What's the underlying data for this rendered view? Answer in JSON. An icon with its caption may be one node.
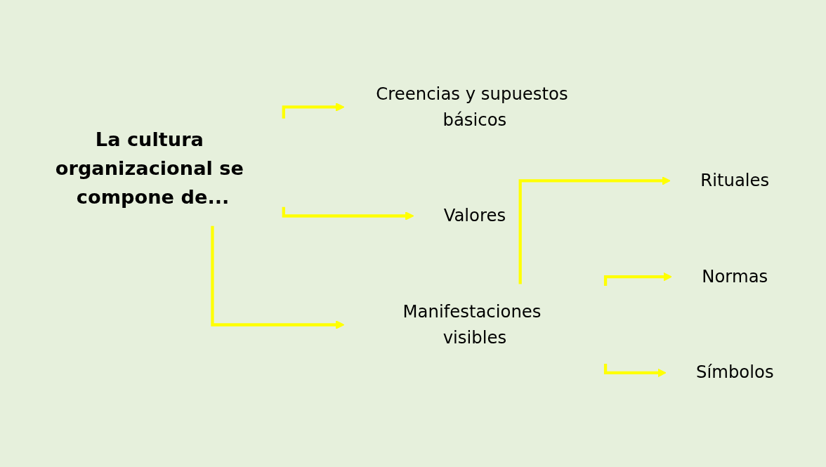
{
  "diagram": {
    "nodes": [
      {
        "text": [
          "La cultura organizacional se compone de..."
        ]
      },
      {
        "text": [
          "Creencias y supuestos básicos"
        ]
      },
      {
        "text": [
          "Valores"
        ]
      },
      {
        "text": [
          "Manifestaciones visibles"
        ]
      },
      {
        "text": [
          "Rituales"
        ]
      },
      {
        "text": [
          "Normas"
        ]
      },
      {
        "text": [
          "Símbolos"
        ]
      }
    ],
    "edges": [
      {
        "from": 0,
        "to": 1,
        "arrow": "to"
      },
      {
        "from": 0,
        "to": 2,
        "arrow": "to"
      },
      {
        "from": 0,
        "to": 3,
        "arrow": "to"
      },
      {
        "from": 3,
        "to": 4,
        "arrow": "to"
      },
      {
        "from": 3,
        "to": 5,
        "arrow": "to"
      },
      {
        "from": 3,
        "to": 6,
        "arrow": "to"
      }
    ]
  }
}
